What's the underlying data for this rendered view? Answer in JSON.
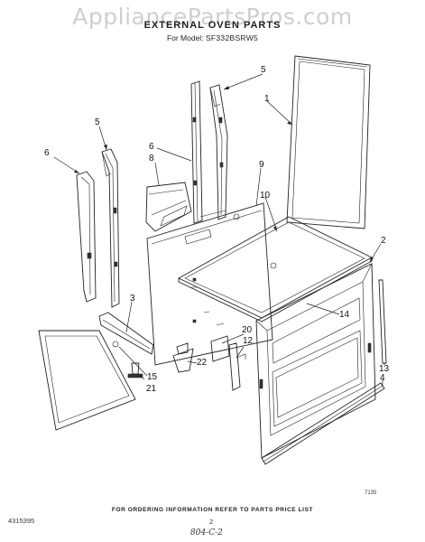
{
  "watermark": "AppliancePartsPros.com",
  "title": "EXTERNAL OVEN PARTS",
  "model_prefix": "For Model:",
  "model_number": "SF332BSRW5",
  "footer_note": "FOR ORDERING INFORMATION REFER TO PARTS PRICE LIST",
  "document_code": "4315395",
  "page_number": "2",
  "handwritten_note": "804-C-2",
  "diagram_number": "7135",
  "callouts": [
    {
      "id": "c5a",
      "label": "5"
    },
    {
      "id": "c1",
      "label": "1"
    },
    {
      "id": "c5b",
      "label": "5"
    },
    {
      "id": "c6a",
      "label": "6"
    },
    {
      "id": "c6b",
      "label": "6"
    },
    {
      "id": "c8",
      "label": "8"
    },
    {
      "id": "c9",
      "label": "9"
    },
    {
      "id": "c10",
      "label": "10"
    },
    {
      "id": "c2",
      "label": "2"
    },
    {
      "id": "c3",
      "label": "3"
    },
    {
      "id": "c14",
      "label": "14"
    },
    {
      "id": "c20",
      "label": "20"
    },
    {
      "id": "c12",
      "label": "12"
    },
    {
      "id": "c22",
      "label": "22"
    },
    {
      "id": "c15",
      "label": "15"
    },
    {
      "id": "c21",
      "label": "21"
    },
    {
      "id": "c13",
      "label": "13"
    },
    {
      "id": "c4",
      "label": "4"
    }
  ]
}
